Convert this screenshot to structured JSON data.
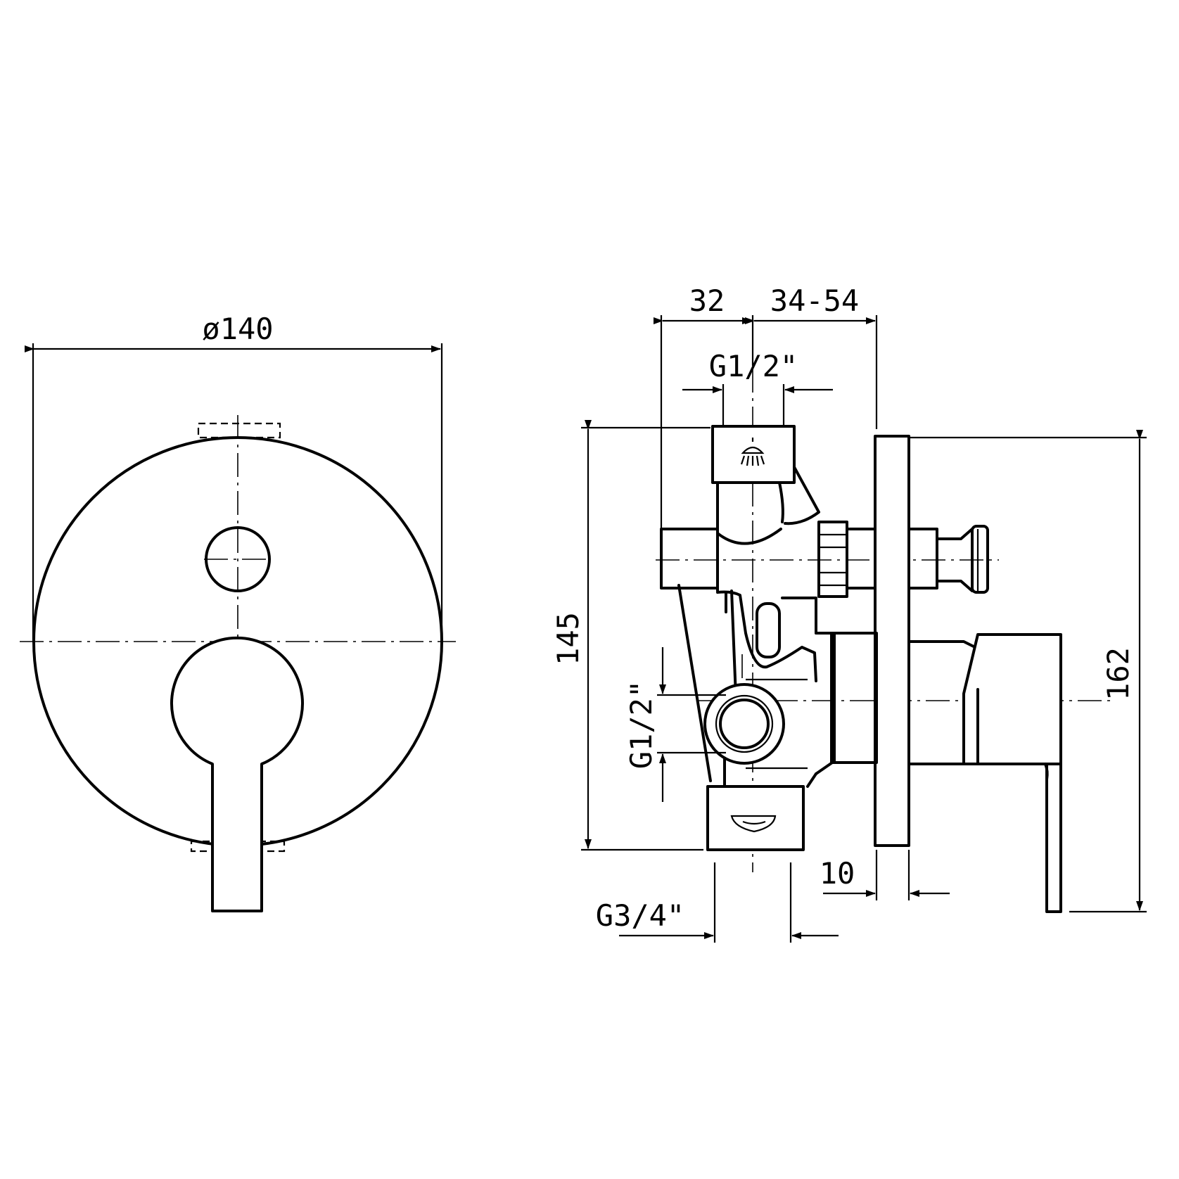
{
  "front_view": {
    "diameter_label": "ø140"
  },
  "side_view": {
    "dim_offset_label": "32",
    "dim_wall_range_label": "34-54",
    "top_outlet_thread_label": "G1/2\"",
    "side_inlet_thread_label": "G1/2\"",
    "bottom_outlet_thread_label": "G3/4\"",
    "body_height_label": "145",
    "overall_height_label": "162",
    "plate_thickness_label": "10"
  },
  "icons": {
    "top_outlet": "shower-head-icon",
    "bottom_outlet": "bath-spout-icon"
  }
}
